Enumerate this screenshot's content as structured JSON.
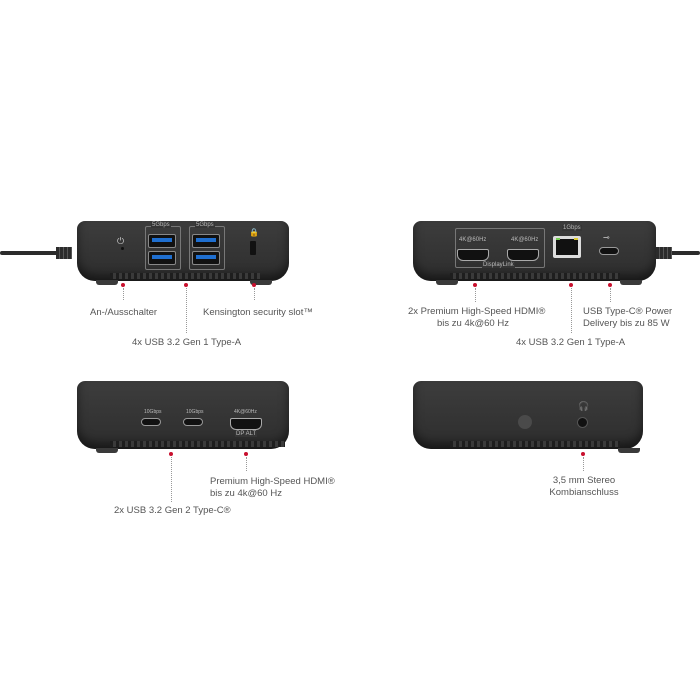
{
  "colors": {
    "accent_dot": "#c8102e",
    "device": "#333333",
    "usb_blue": "#1f6fd0"
  },
  "panels": {
    "top_left": {
      "speed_labels": [
        "5Gbps",
        "5Gbps"
      ],
      "icons": [
        "power-icon",
        "lock-icon"
      ],
      "callouts": {
        "power": "An-/Ausschalter",
        "kensington": "Kensington security slot™",
        "usb_a": "4x USB 3.2 Gen 1 Type-A"
      }
    },
    "top_right": {
      "hdmi_labels": [
        "4K@60Hz",
        "4K@60Hz"
      ],
      "group_label": "DisplayLink",
      "ethernet_label": "1Gbps",
      "icons": [
        "power-plug-icon"
      ],
      "callouts": {
        "hdmi_line1": "2x Premium High-Speed HDMI®",
        "hdmi_line2": "bis zu 4k@60 Hz",
        "pd_line1": "USB Type-C® Power",
        "pd_line2": "Delivery bis zu 85 W",
        "usb_a": "4x USB 3.2 Gen 1 Type-A"
      }
    },
    "bottom_left": {
      "usbc_labels": [
        "10Gbps",
        "10Gbps"
      ],
      "hdmi_label": "4K@60Hz",
      "hdmi_sublabel": "DP ALT",
      "callouts": {
        "hdmi_line1": "Premium High-Speed HDMI®",
        "hdmi_line2": "bis zu 4k@60 Hz",
        "usbc": "2x USB 3.2 Gen 2 Type-C®"
      }
    },
    "bottom_right": {
      "icons": [
        "headset-icon"
      ],
      "callouts": {
        "audio_line1": "3,5 mm Stereo",
        "audio_line2": "Kombianschluss"
      }
    }
  }
}
